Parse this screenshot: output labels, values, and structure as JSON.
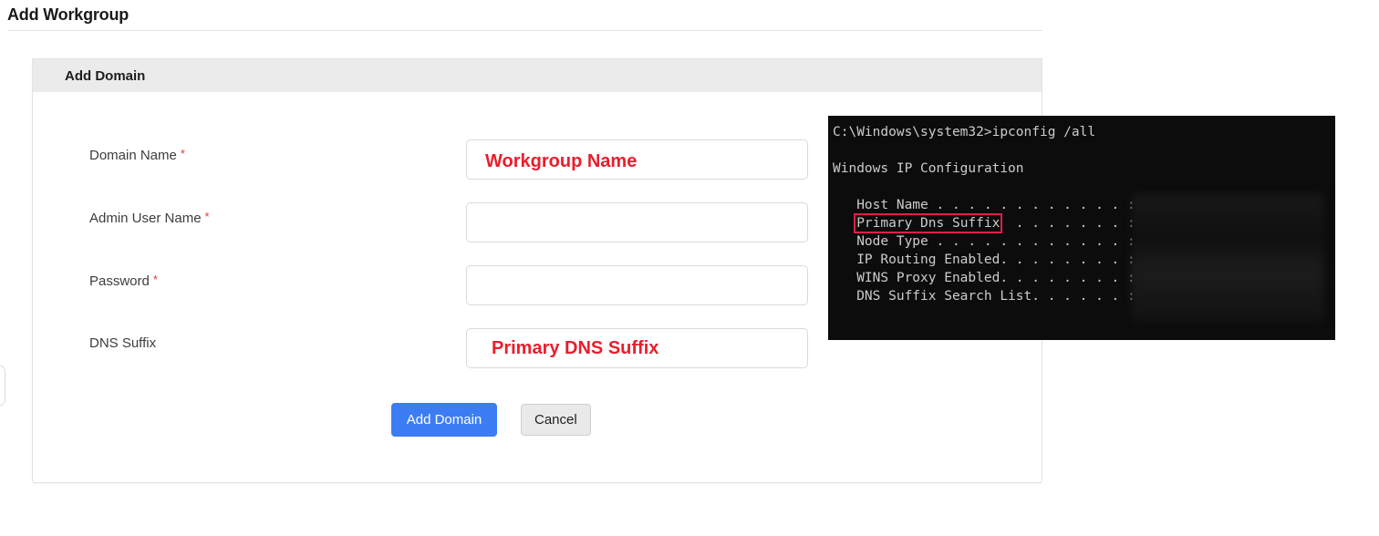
{
  "page": {
    "title": "Add Workgroup"
  },
  "form": {
    "header": "Add Domain",
    "required_marker": "*",
    "fields": [
      {
        "label": "Domain Name",
        "required": true,
        "annotation": "Workgroup Name",
        "value": ""
      },
      {
        "label": "Admin User Name",
        "required": true,
        "annotation": "",
        "value": ""
      },
      {
        "label": "Password",
        "required": true,
        "annotation": "",
        "value": ""
      },
      {
        "label": "DNS Suffix",
        "required": false,
        "annotation": "Primary DNS Suffix",
        "value": ""
      }
    ],
    "buttons": {
      "submit": "Add Domain",
      "cancel": "Cancel"
    }
  },
  "terminal": {
    "command_line": "C:\\Windows\\system32>ipconfig /all",
    "section_title": "Windows IP Configuration",
    "entries": {
      "host_name": "   Host Name . . . . . . . . . . . . : ",
      "primary_dns_prefix": "   ",
      "primary_dns_highlight": "Primary Dns Suffix",
      "primary_dns_dots": "  . . . . . . . : ",
      "node_type": "   Node Type . . . . . . . . . . . . : ",
      "ip_routing": "   IP Routing Enabled. . . . . . . . : ",
      "wins_proxy": "   WINS Proxy Enabled. . . . . . . . : ",
      "dns_search_list": "   DNS Suffix Search List. . . . . . : "
    },
    "values_redacted": true
  },
  "colors": {
    "accent_blue": "#3d7df4",
    "annotation_red": "#ea1d2c",
    "highlight_box_red": "#e11d48",
    "terminal_bg": "#0c0c0c",
    "terminal_fg": "#cccccc",
    "panel_header_bg": "#ebebeb"
  }
}
